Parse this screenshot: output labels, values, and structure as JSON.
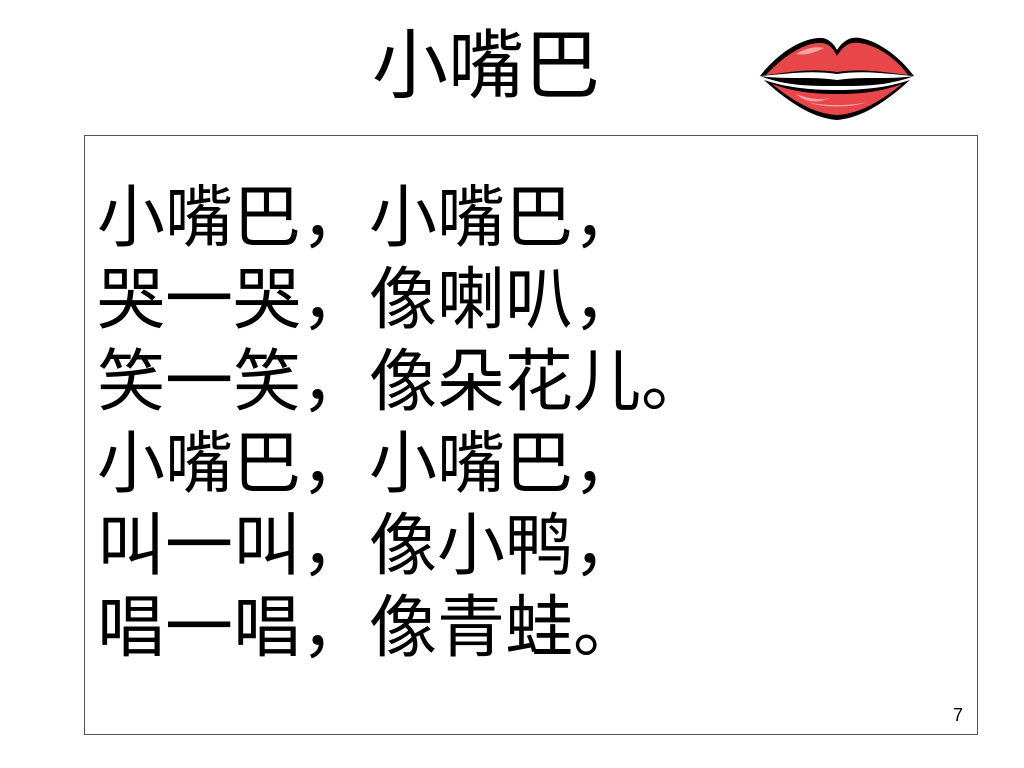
{
  "slide": {
    "title": "小嘴巴",
    "image_icon": "lips-icon",
    "poem_lines": [
      "小嘴巴，小嘴巴，",
      "哭一哭，像喇叭，",
      "笑一笑，像朵花儿。",
      "小嘴巴，小嘴巴，",
      "叫一叫，像小鸭，",
      "唱一唱，像青蛙。"
    ],
    "page_number": "7",
    "colors": {
      "lip_red": "#e8474a",
      "lip_highlight": "#f7a3a6",
      "outline": "#000000",
      "border": "#555555"
    }
  }
}
